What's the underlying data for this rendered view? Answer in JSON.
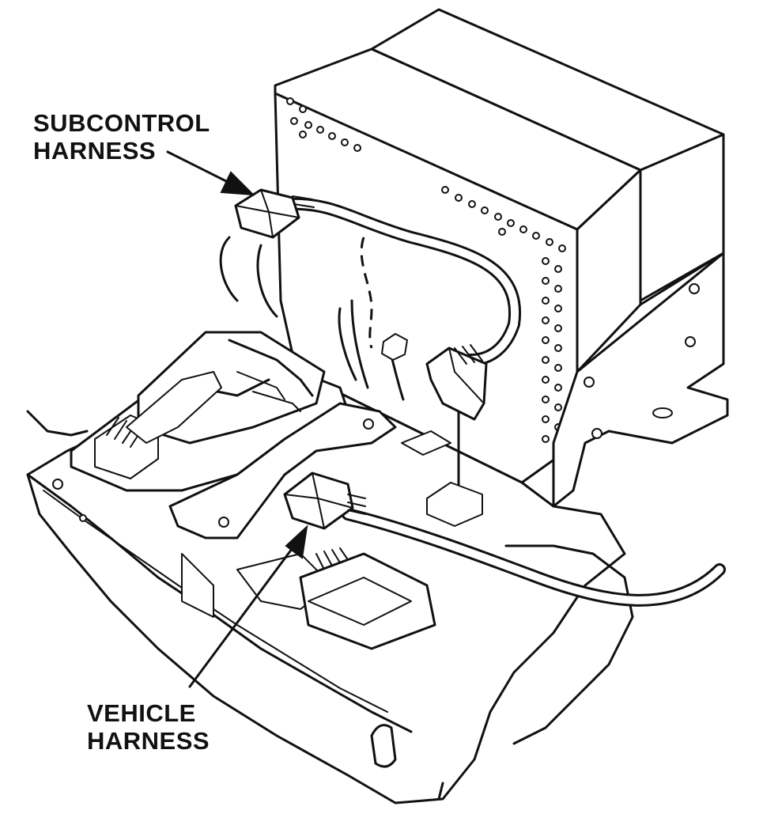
{
  "callouts": {
    "subcontrol": {
      "line1": "SUBCONTROL",
      "line2": "HARNESS"
    },
    "vehicle": {
      "line1": "VEHICLE",
      "line2": "HARNESS"
    }
  },
  "colors": {
    "line": "#111111",
    "background": "#ffffff"
  }
}
